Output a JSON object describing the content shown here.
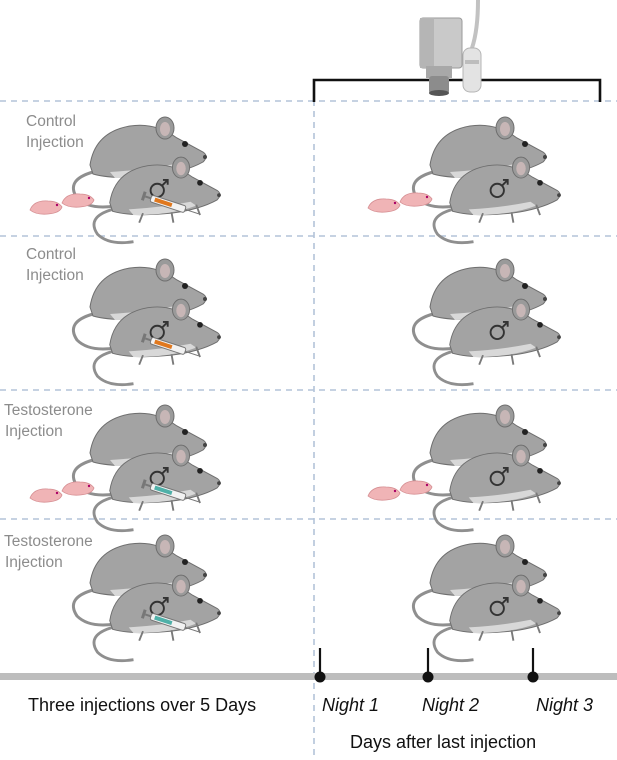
{
  "rows": [
    {
      "label_line1": "Control",
      "label_line2": "Injection",
      "syringe_color": "#e0781e",
      "pups_day0": true,
      "pups_after": true
    },
    {
      "label_line1": "Control",
      "label_line2": "Injection",
      "syringe_color": "#e0781e",
      "pups_day0": false,
      "pups_after": false
    },
    {
      "label_line1": "Testosterone",
      "label_line2": "Injection",
      "syringe_color": "#4fb0a8",
      "pups_day0": true,
      "pups_after": true
    },
    {
      "label_line1": "Testosterone",
      "label_line2": "Injection",
      "syringe_color": "#4fb0a8",
      "pups_day0": false,
      "pups_after": false
    }
  ],
  "timeline": {
    "injection_text": "Three injections over 5 Days",
    "nights": [
      "Night 1",
      "Night 2",
      "Night 3"
    ],
    "caption": "Days after last injection"
  },
  "icons": [
    "camera-icon",
    "microphone-icon",
    "male-symbol-icon",
    "syringe-icon",
    "pup-icon",
    "mouse-icon"
  ],
  "colors": {
    "mouse_body": "#a3a3a3",
    "mouse_belly": "#d8d8d8",
    "pup": "#f0b4b6",
    "dashed_line": "#b3c3d9",
    "timeline": "#bdbdbd",
    "control_syringe": "#e0781e",
    "testosterone_syringe": "#4fb0a8"
  }
}
